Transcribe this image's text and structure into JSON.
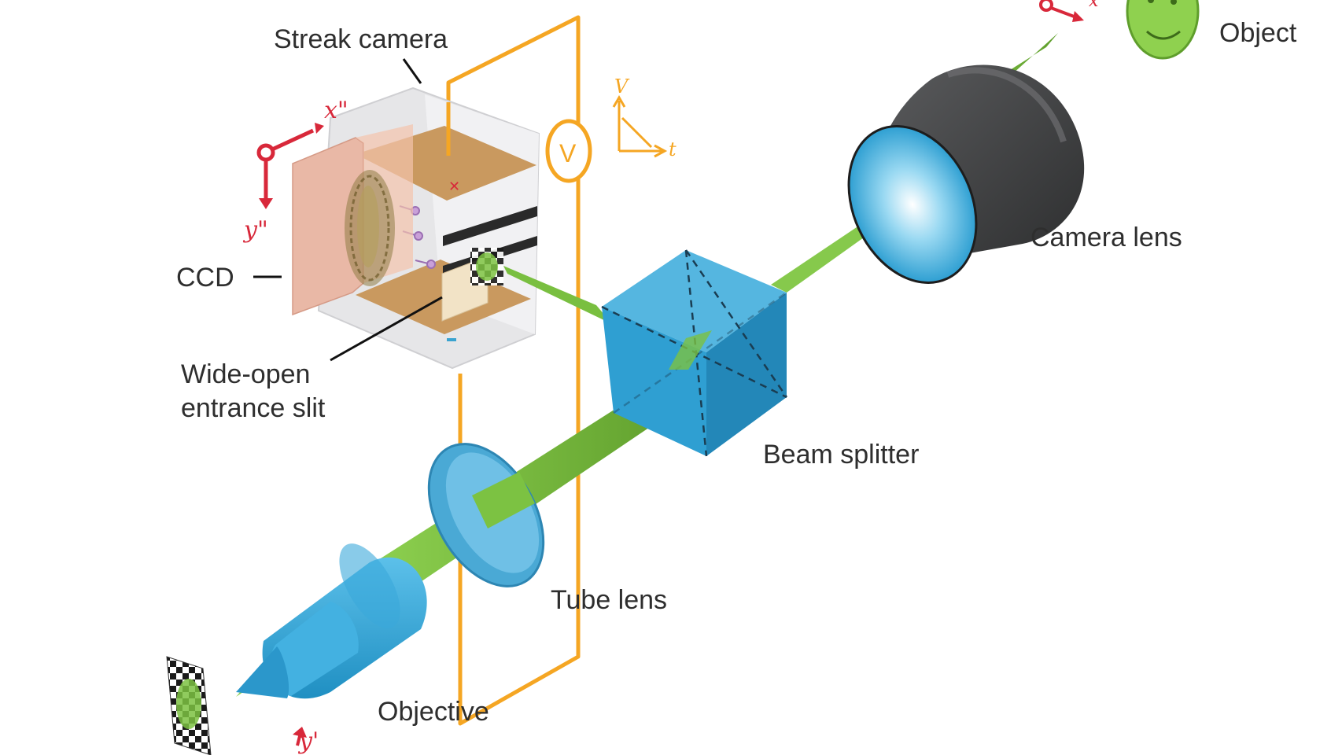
{
  "labels": {
    "streak_camera": "Streak camera",
    "object": "Object",
    "camera_lens": "Camera lens",
    "ccd": "CCD",
    "slit_line1": "Wide-open",
    "slit_line2": "entrance slit",
    "beam_splitter": "Beam splitter",
    "tube_lens": "Tube lens",
    "objective": "Objective"
  },
  "axes": {
    "ccd_x": "x\"",
    "ccd_y": "y\"",
    "sample_y": "y'",
    "object_x": "x",
    "voltage": "V",
    "time": "t",
    "meter": "V"
  },
  "colors": {
    "beam": "#7cc242",
    "cube": "#2e9fd2",
    "lens_body": "#3a3b3c",
    "voltage_wire": "#f5a623",
    "axis_red": "#d8283a",
    "optics": "#3aa3d0"
  }
}
